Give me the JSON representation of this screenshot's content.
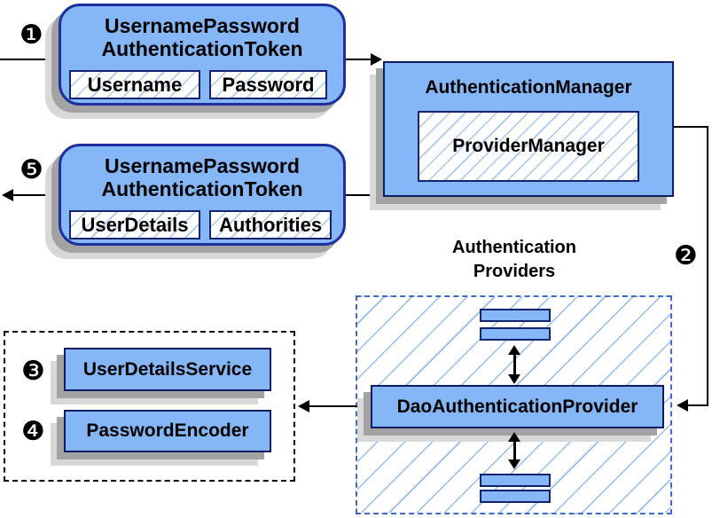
{
  "badges": {
    "step1": "❶",
    "step2": "❷",
    "step3": "❸",
    "step4": "❹",
    "step5": "❺"
  },
  "request_token": {
    "title_line1": "UsernamePassword",
    "title_line2": "AuthenticationToken",
    "fields": [
      "Username",
      "Password"
    ]
  },
  "authentication_manager": {
    "title": "AuthenticationManager",
    "inner_label": "ProviderManager"
  },
  "response_token": {
    "title_line1": "UsernamePassword",
    "title_line2": "AuthenticationToken",
    "fields": [
      "UserDetails",
      "Authorities"
    ]
  },
  "authentication_providers": {
    "heading_line1": "Authentication",
    "heading_line2": "Providers",
    "provider_label": "DaoAuthenticationProvider"
  },
  "collaborators": {
    "user_details_service": "UserDetailsService",
    "password_encoder": "PasswordEncoder"
  },
  "colors": {
    "box_fill": "#85b6f5",
    "box_border_dark": "#0c1d63",
    "rounded_border": "#1d2f9e",
    "hatch_line": "#a9c9f0",
    "dashed_container_border": "#4169c8",
    "shadow_dark": "#a3a3a3",
    "shadow_light": "#d8d8d8",
    "arrow": "#000000"
  }
}
